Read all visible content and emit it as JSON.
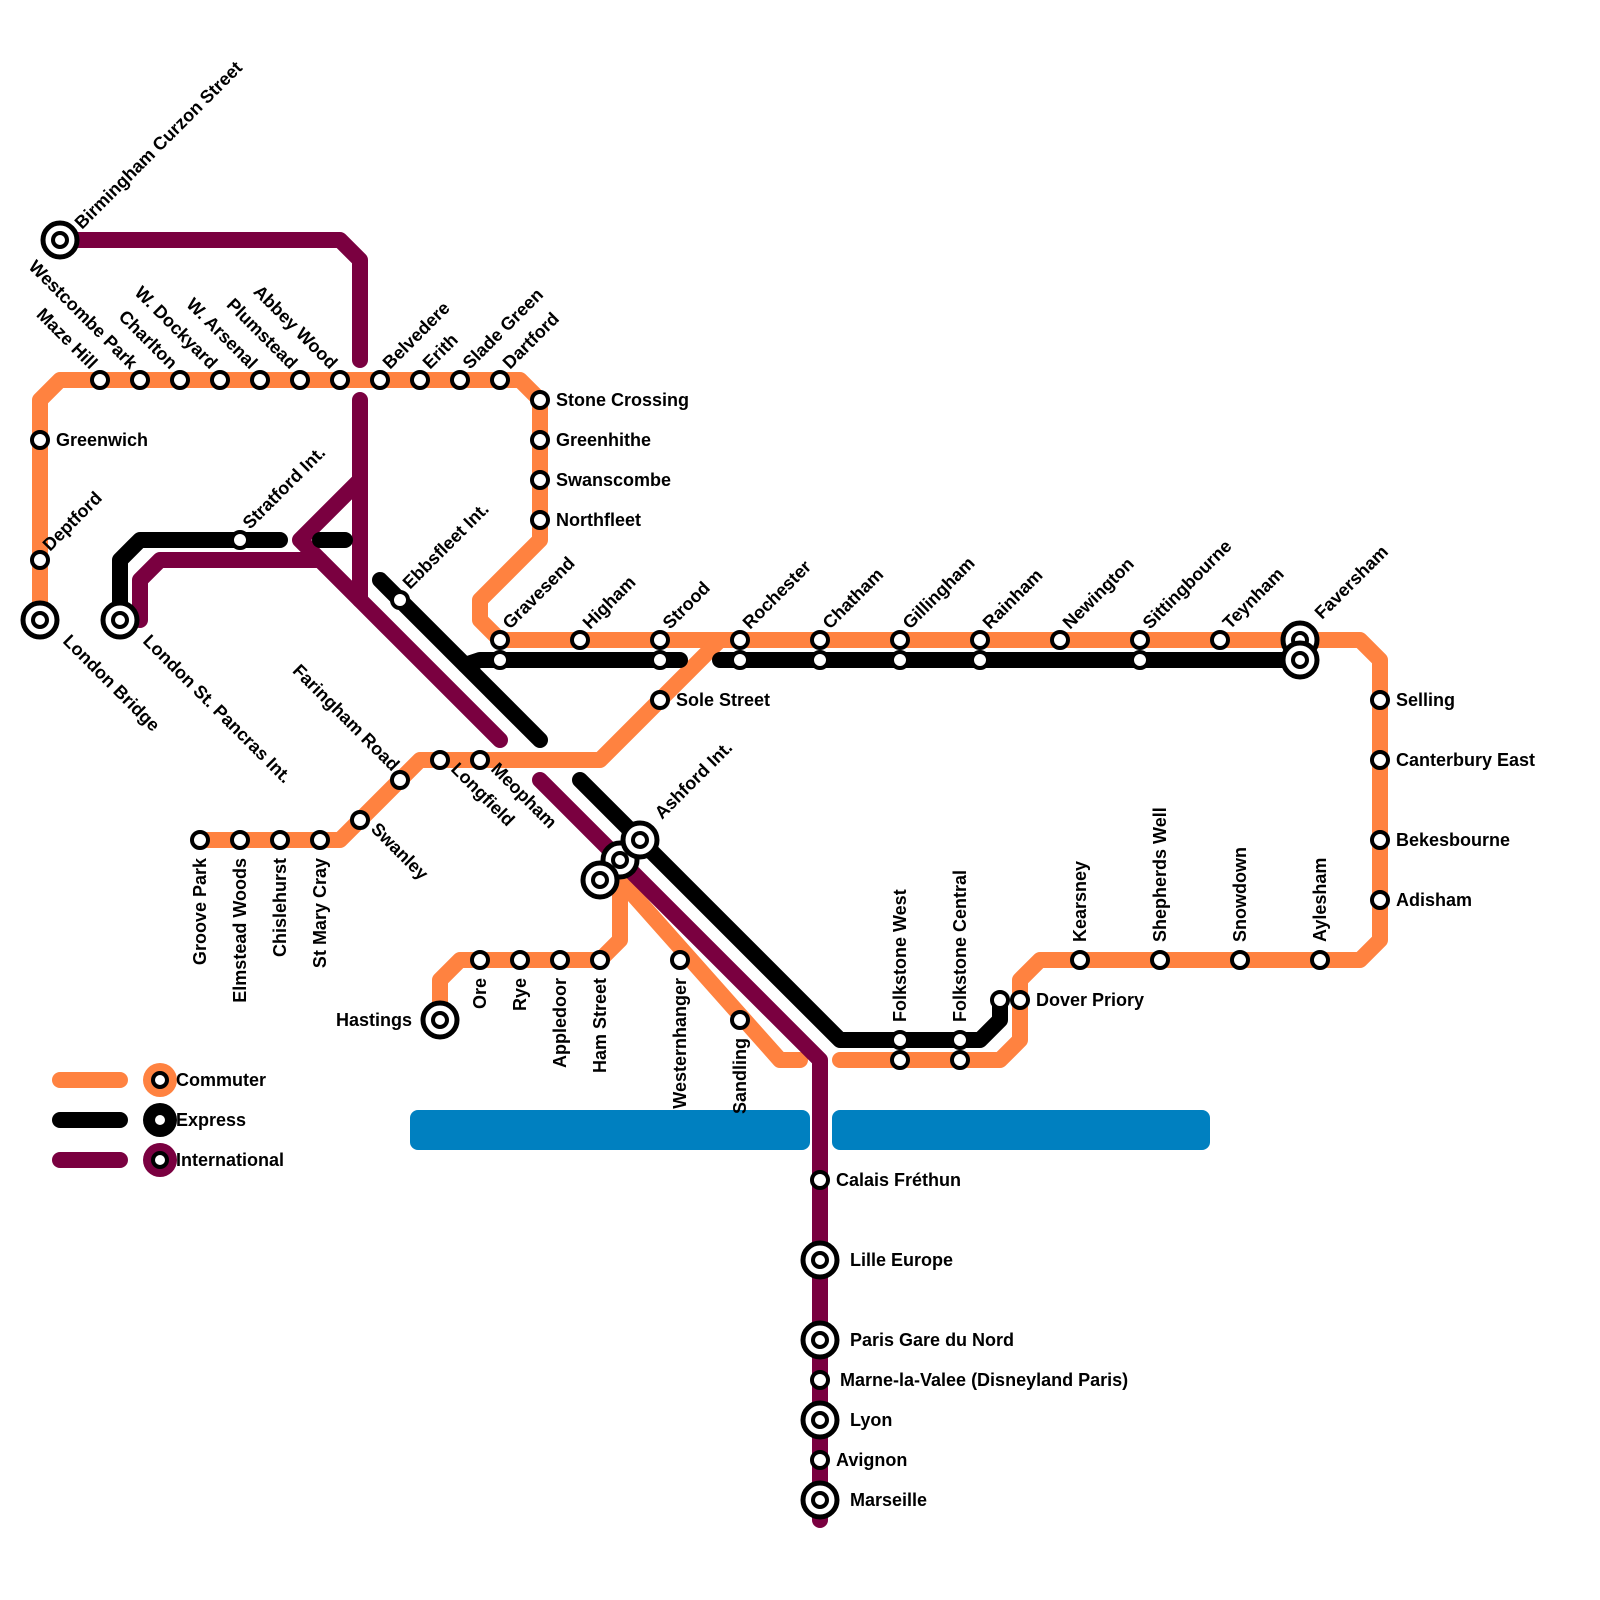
{
  "colors": {
    "commuter": "#ff8240",
    "express": "#000000",
    "international": "#7a0040",
    "water": "#0080c0",
    "station_fill": "#ffffff",
    "station_stroke": "#000000"
  },
  "legend": [
    {
      "line": "commuter",
      "label": "Commuter"
    },
    {
      "line": "express",
      "label": "Express"
    },
    {
      "line": "international",
      "label": "International"
    }
  ],
  "stations": [
    {
      "id": "birmingham",
      "name": "Birmingham Curzon Street",
      "type": "interchange"
    },
    {
      "id": "london_bridge",
      "name": "London Bridge",
      "type": "interchange"
    },
    {
      "id": "st_pancras",
      "name": "London St. Pancras Int.",
      "type": "interchange"
    },
    {
      "id": "greenwich",
      "name": "Greenwich",
      "type": "stop"
    },
    {
      "id": "deptford",
      "name": "Deptford",
      "type": "stop"
    },
    {
      "id": "maze_hill",
      "name": "Maze Hill",
      "type": "stop"
    },
    {
      "id": "westcombe_park",
      "name": "Westcombe Park",
      "type": "stop"
    },
    {
      "id": "charlton",
      "name": "Charlton",
      "type": "stop"
    },
    {
      "id": "w_dockyard",
      "name": "W. Dockyard",
      "type": "stop"
    },
    {
      "id": "w_arsenal",
      "name": "W. Arsenal",
      "type": "stop"
    },
    {
      "id": "plumstead",
      "name": "Plumstead",
      "type": "stop"
    },
    {
      "id": "abbey_wood",
      "name": "Abbey Wood",
      "type": "stop"
    },
    {
      "id": "belvedere",
      "name": "Belvedere",
      "type": "stop"
    },
    {
      "id": "erith",
      "name": "Erith",
      "type": "stop"
    },
    {
      "id": "slade_green",
      "name": "Slade Green",
      "type": "stop"
    },
    {
      "id": "dartford",
      "name": "Dartford",
      "type": "stop"
    },
    {
      "id": "stone_crossing",
      "name": "Stone Crossing",
      "type": "stop"
    },
    {
      "id": "greenhithe",
      "name": "Greenhithe",
      "type": "stop"
    },
    {
      "id": "swanscombe",
      "name": "Swanscombe",
      "type": "stop"
    },
    {
      "id": "northfleet",
      "name": "Northfleet",
      "type": "stop"
    },
    {
      "id": "stratford",
      "name": "Stratford Int.",
      "type": "stop"
    },
    {
      "id": "ebbsfleet",
      "name": "Ebbsfleet Int.",
      "type": "stop"
    },
    {
      "id": "gravesend",
      "name": "Gravesend",
      "type": "stop"
    },
    {
      "id": "higham",
      "name": "Higham",
      "type": "stop"
    },
    {
      "id": "strood",
      "name": "Strood",
      "type": "stop"
    },
    {
      "id": "sole_street",
      "name": "Sole Street",
      "type": "stop"
    },
    {
      "id": "rochester",
      "name": "Rochester",
      "type": "stop"
    },
    {
      "id": "chatham",
      "name": "Chatham",
      "type": "stop"
    },
    {
      "id": "gillingham",
      "name": "Gillingham",
      "type": "stop"
    },
    {
      "id": "rainham",
      "name": "Rainham",
      "type": "stop"
    },
    {
      "id": "newington",
      "name": "Newington",
      "type": "stop"
    },
    {
      "id": "sittingbourne",
      "name": "Sittingbourne",
      "type": "stop"
    },
    {
      "id": "teynham",
      "name": "Teynham",
      "type": "stop"
    },
    {
      "id": "faversham",
      "name": "Faversham",
      "type": "interchange"
    },
    {
      "id": "selling",
      "name": "Selling",
      "type": "stop"
    },
    {
      "id": "canterbury_east",
      "name": "Canterbury East",
      "type": "stop"
    },
    {
      "id": "bekesbourne",
      "name": "Bekesbourne",
      "type": "stop"
    },
    {
      "id": "adisham",
      "name": "Adisham",
      "type": "stop"
    },
    {
      "id": "aylesham",
      "name": "Aylesham",
      "type": "stop"
    },
    {
      "id": "snowdown",
      "name": "Snowdown",
      "type": "stop"
    },
    {
      "id": "shepherds_well",
      "name": "Shepherds Well",
      "type": "stop"
    },
    {
      "id": "kearsney",
      "name": "Kearsney",
      "type": "stop"
    },
    {
      "id": "dover_priory",
      "name": "Dover Priory",
      "type": "stop"
    },
    {
      "id": "folkstone_central",
      "name": "Folkstone Central",
      "type": "stop"
    },
    {
      "id": "folkstone_west",
      "name": "Folkstone West",
      "type": "stop"
    },
    {
      "id": "faringham_road",
      "name": "Faringham Road",
      "type": "stop"
    },
    {
      "id": "longfield",
      "name": "Longfield",
      "type": "stop"
    },
    {
      "id": "meopham",
      "name": "Meopham",
      "type": "stop"
    },
    {
      "id": "swanley",
      "name": "Swanley",
      "type": "stop"
    },
    {
      "id": "st_mary_cray",
      "name": "St Mary Cray",
      "type": "stop"
    },
    {
      "id": "chislehurst",
      "name": "Chislehurst",
      "type": "stop"
    },
    {
      "id": "elmstead_woods",
      "name": "Elmstead Woods",
      "type": "stop"
    },
    {
      "id": "groove_park",
      "name": "Groove Park",
      "type": "stop"
    },
    {
      "id": "ashford",
      "name": "Ashford Int.",
      "type": "interchange"
    },
    {
      "id": "hastings",
      "name": "Hastings",
      "type": "interchange"
    },
    {
      "id": "ore",
      "name": "Ore",
      "type": "stop"
    },
    {
      "id": "rye",
      "name": "Rye",
      "type": "stop"
    },
    {
      "id": "appledoor",
      "name": "Appledoor",
      "type": "stop"
    },
    {
      "id": "ham_street",
      "name": "Ham Street",
      "type": "stop"
    },
    {
      "id": "westernhanger",
      "name": "Westernhanger",
      "type": "stop"
    },
    {
      "id": "sandling",
      "name": "Sandling",
      "type": "stop"
    },
    {
      "id": "calais",
      "name": "Calais Fréthun",
      "type": "stop"
    },
    {
      "id": "lille",
      "name": "Lille Europe",
      "type": "interchange"
    },
    {
      "id": "paris",
      "name": "Paris Gare du Nord",
      "type": "interchange"
    },
    {
      "id": "marne",
      "name": "Marne-la-Valee (Disneyland Paris)",
      "type": "stop"
    },
    {
      "id": "lyon",
      "name": "Lyon",
      "type": "interchange"
    },
    {
      "id": "avignon",
      "name": "Avignon",
      "type": "stop"
    },
    {
      "id": "marseille",
      "name": "Marseille",
      "type": "interchange"
    }
  ]
}
